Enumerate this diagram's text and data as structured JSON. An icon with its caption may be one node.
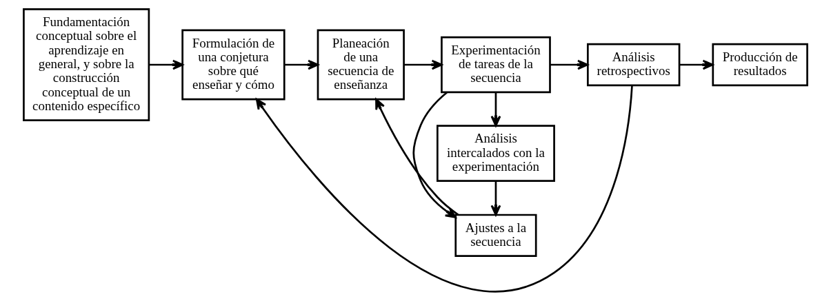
{
  "diagram": {
    "nodes": [
      {
        "text": [
          "Fundamentación conceptual sobre el aprendizaje en general, y sobre la construcción conceptual de un contenido específico"
        ]
      },
      {
        "text": [
          "Formulación de una conjetura sobre qué enseñar y cómo"
        ]
      },
      {
        "text": [
          "Planeación de una secuencia de enseñanza"
        ]
      },
      {
        "text": [
          "Experimentación de tareas de la secuencia"
        ]
      },
      {
        "text": [
          "Análisis intercalados con la experimentación"
        ]
      },
      {
        "text": [
          "Ajustes a la secuencia"
        ]
      },
      {
        "text": [
          "Análisis retrospectivos"
        ]
      },
      {
        "text": [
          "Producción de resultados"
        ]
      }
    ],
    "edges": [
      {
        "from": 0,
        "to": 1,
        "arrow": "to"
      },
      {
        "from": 1,
        "to": 2,
        "arrow": "to"
      },
      {
        "from": 2,
        "to": 3,
        "arrow": "to"
      },
      {
        "from": 3,
        "to": 4,
        "arrow": "to"
      },
      {
        "from": 3,
        "to": 6,
        "arrow": "to"
      },
      {
        "from": 3,
        "to": 5,
        "arrow": "to"
      },
      {
        "from": 4,
        "to": 5,
        "arrow": "to"
      },
      {
        "from": 5,
        "to": 2,
        "arrow": "to"
      },
      {
        "from": 6,
        "to": 7,
        "arrow": "to"
      },
      {
        "from": 6,
        "to": 1,
        "arrow": "to"
      }
    ]
  }
}
